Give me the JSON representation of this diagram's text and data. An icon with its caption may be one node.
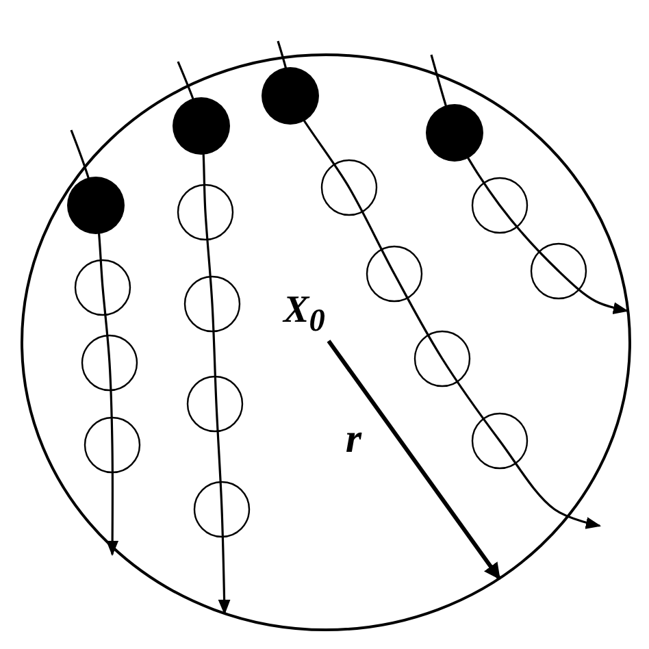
{
  "diagram": {
    "nodes": [
      {
        "text": [],
        "shape": "circle"
      },
      {
        "text": [
          "X$_{0}$"
        ],
        "in": 0
      }
    ],
    "edges": [
      {
        "from": 1,
        "to": 0,
        "arrow": "to",
        "label": "r"
      }
    ]
  }
}
